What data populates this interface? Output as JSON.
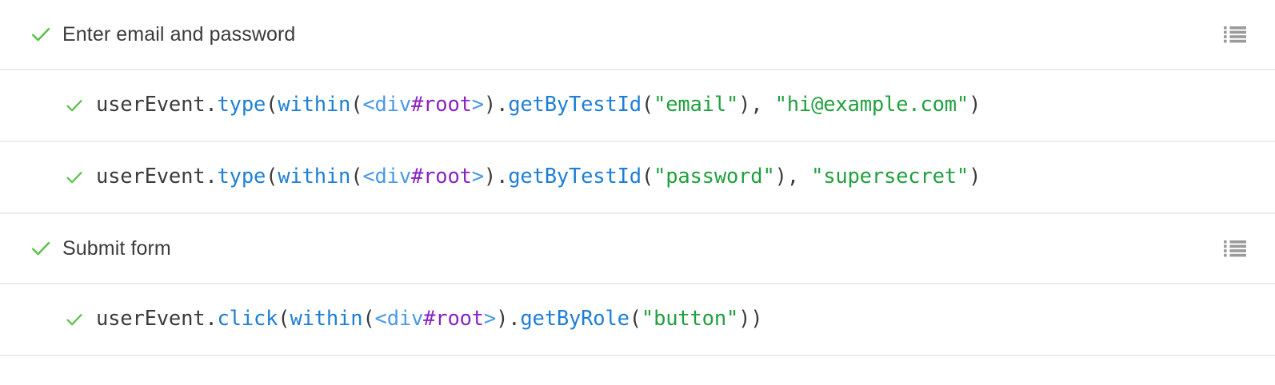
{
  "theme": {
    "background": "#ffffff",
    "divider": "#ebebeb",
    "text": "#3b3b3b",
    "check_green": "#5fc14e",
    "icon_gray": "#9a9a9a",
    "syntax_function": "#1f7fd4",
    "syntax_tag": "#4a9ae8",
    "syntax_id": "#8b23c4",
    "syntax_string": "#22a03f",
    "syntax_plain": "#3b3b3b"
  },
  "steps": [
    {
      "type": "group",
      "status": "passed",
      "status_icon": "check-icon",
      "label": "Enter email and password",
      "menu_icon": "list-icon"
    },
    {
      "type": "command",
      "status": "passed",
      "status_icon": "check-icon",
      "tokens": [
        {
          "text": "userEvent.",
          "kind": "plain"
        },
        {
          "text": "type",
          "kind": "fn"
        },
        {
          "text": "(",
          "kind": "plain"
        },
        {
          "text": "within",
          "kind": "fn"
        },
        {
          "text": "(",
          "kind": "plain"
        },
        {
          "text": "<",
          "kind": "tag"
        },
        {
          "text": "div",
          "kind": "tag"
        },
        {
          "text": "#root",
          "kind": "id"
        },
        {
          "text": ">",
          "kind": "tag"
        },
        {
          "text": ").",
          "kind": "plain"
        },
        {
          "text": "getByTestId",
          "kind": "fn"
        },
        {
          "text": "(",
          "kind": "plain"
        },
        {
          "text": "\"email\"",
          "kind": "string"
        },
        {
          "text": "), ",
          "kind": "plain"
        },
        {
          "text": "\"hi@example.com\"",
          "kind": "string"
        },
        {
          "text": ")",
          "kind": "plain"
        }
      ]
    },
    {
      "type": "command",
      "status": "passed",
      "status_icon": "check-icon",
      "tokens": [
        {
          "text": "userEvent.",
          "kind": "plain"
        },
        {
          "text": "type",
          "kind": "fn"
        },
        {
          "text": "(",
          "kind": "plain"
        },
        {
          "text": "within",
          "kind": "fn"
        },
        {
          "text": "(",
          "kind": "plain"
        },
        {
          "text": "<",
          "kind": "tag"
        },
        {
          "text": "div",
          "kind": "tag"
        },
        {
          "text": "#root",
          "kind": "id"
        },
        {
          "text": ">",
          "kind": "tag"
        },
        {
          "text": ").",
          "kind": "plain"
        },
        {
          "text": "getByTestId",
          "kind": "fn"
        },
        {
          "text": "(",
          "kind": "plain"
        },
        {
          "text": "\"password\"",
          "kind": "string"
        },
        {
          "text": "), ",
          "kind": "plain"
        },
        {
          "text": "\"supersecret\"",
          "kind": "string"
        },
        {
          "text": ")",
          "kind": "plain"
        }
      ]
    },
    {
      "type": "group",
      "status": "passed",
      "status_icon": "check-icon",
      "label": "Submit form",
      "menu_icon": "list-icon"
    },
    {
      "type": "command",
      "status": "passed",
      "status_icon": "check-icon",
      "tokens": [
        {
          "text": "userEvent.",
          "kind": "plain"
        },
        {
          "text": "click",
          "kind": "fn"
        },
        {
          "text": "(",
          "kind": "plain"
        },
        {
          "text": "within",
          "kind": "fn"
        },
        {
          "text": "(",
          "kind": "plain"
        },
        {
          "text": "<",
          "kind": "tag"
        },
        {
          "text": "div",
          "kind": "tag"
        },
        {
          "text": "#root",
          "kind": "id"
        },
        {
          "text": ">",
          "kind": "tag"
        },
        {
          "text": ").",
          "kind": "plain"
        },
        {
          "text": "getByRole",
          "kind": "fn"
        },
        {
          "text": "(",
          "kind": "plain"
        },
        {
          "text": "\"button\"",
          "kind": "string"
        },
        {
          "text": "))",
          "kind": "plain"
        }
      ]
    }
  ]
}
